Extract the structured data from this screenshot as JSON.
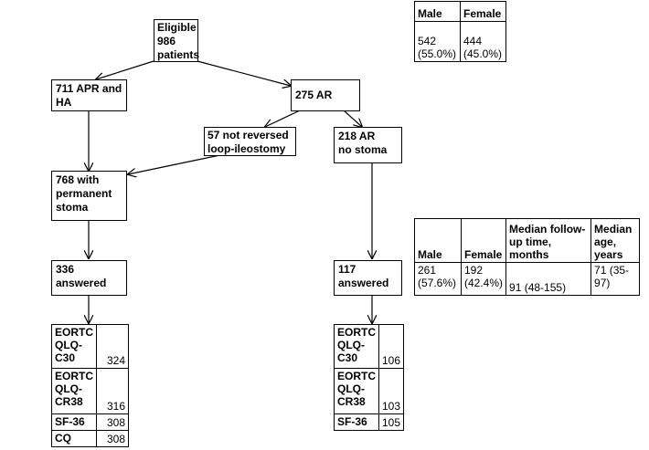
{
  "boxes": {
    "eligible": "Eligible\n986\npatients",
    "apr": "711 APR and\nHA",
    "ar": "275 AR",
    "not_reversed": "57 not reversed\nloop-ileostomy",
    "ar_no_stoma": "218 AR\nno stoma",
    "permanent": "768 with\npermanent\nstoma",
    "answered_left": "336\nanswered",
    "answered_right": "117\nanswered"
  },
  "eligible_table": {
    "headers": [
      "Male",
      "Female"
    ],
    "values": [
      "542\n(55.0%)",
      "444\n(45.0%)"
    ]
  },
  "answered_table": {
    "headers": [
      "Male",
      "Female",
      "Median follow-\nup time,\nmonths",
      "Median\nage,\nyears"
    ],
    "values": [
      "261\n(57.6%)",
      "192\n(42.4%)",
      "91 (48-155)",
      "71 (35-\n97)"
    ]
  },
  "left_questionnaires": [
    {
      "name": "EORTC\nQLQ-\nC30",
      "count": "324"
    },
    {
      "name": "EORTC\nQLQ-\nCR38",
      "count": "316"
    },
    {
      "name": "SF-36",
      "count": "308"
    },
    {
      "name": "CQ",
      "count": "308"
    }
  ],
  "right_questionnaires": [
    {
      "name": "EORTC\nQLQ-\nC30",
      "count": "106"
    },
    {
      "name": "EORTC\nQLQ-\nCR38",
      "count": "103"
    },
    {
      "name": "SF-36",
      "count": "105"
    }
  ]
}
